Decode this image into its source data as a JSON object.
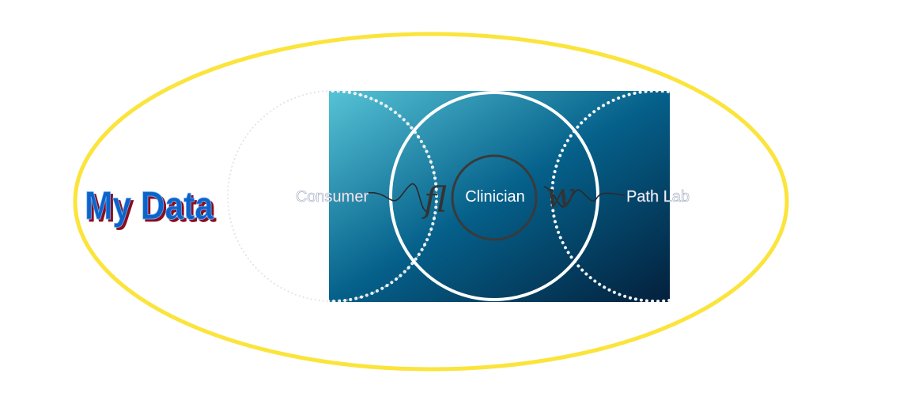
{
  "title": "My Data",
  "nodes": {
    "left": "Consumer",
    "center": "Clinician",
    "right": "Path Lab"
  },
  "flow_glyphs": {
    "left": "fl",
    "right": "w"
  },
  "colors": {
    "ellipse": "#fbe43c",
    "title_fill": "#0a64c8",
    "title_shadow": "#8b0a1a",
    "gradient_start": "#56c3d6",
    "gradient_mid": "#05608a",
    "gradient_end": "#04203c"
  }
}
